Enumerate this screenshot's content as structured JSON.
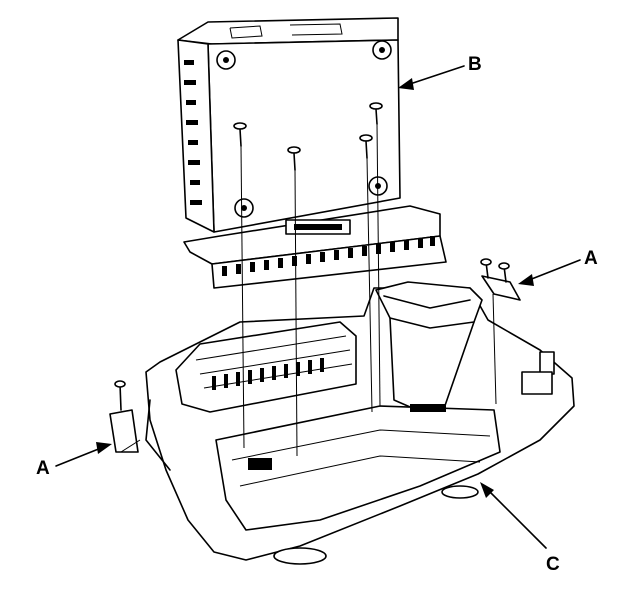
{
  "labels": {
    "a_right": "A",
    "a_left": "A",
    "b": "B",
    "c": "C"
  },
  "colors": {
    "line": "#000000",
    "background": "#ffffff"
  }
}
